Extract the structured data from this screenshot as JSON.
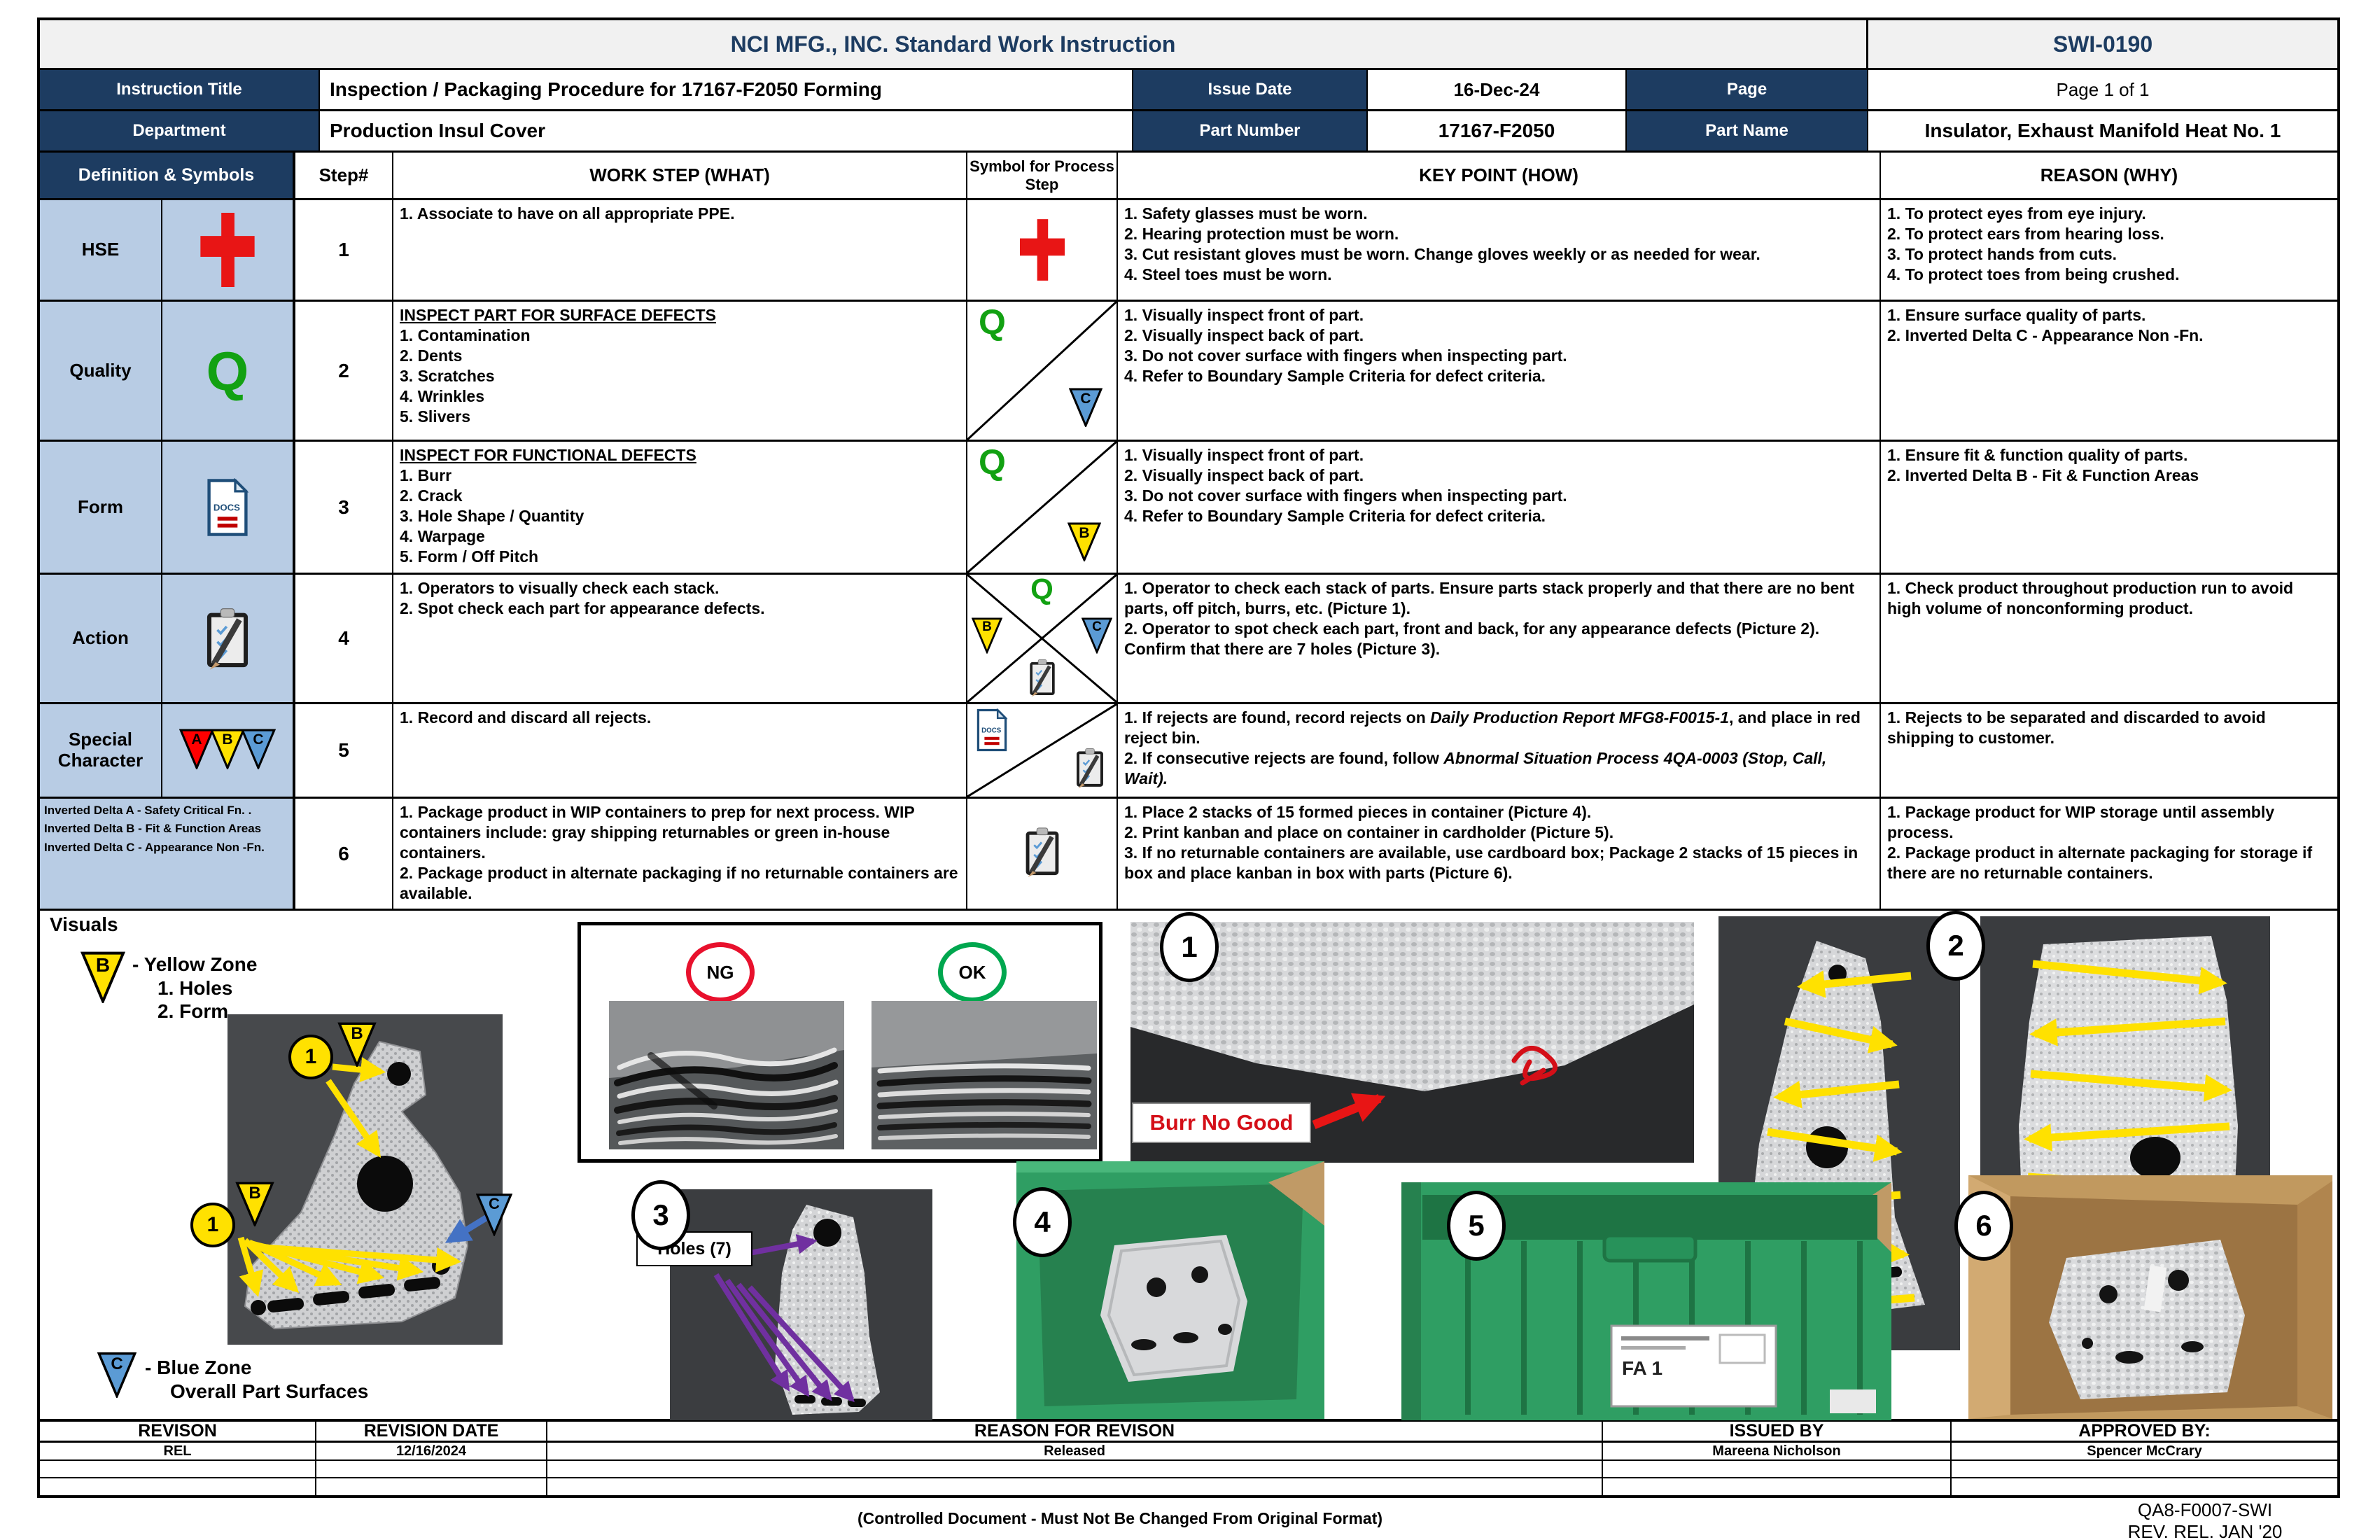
{
  "colors": {
    "navy": "#1d3c61",
    "panel_gray": "#f1f1f1",
    "light_blue": "#b8cce4",
    "green": "#12a112",
    "red": "#e81515",
    "yellow": "#ffe100",
    "tri_blue": "#5b9bd5",
    "purple": "#7030a0",
    "ng_red": "#e8112d",
    "ok_green": "#00a74f",
    "bin_green": "#2f9e63",
    "cardboard": "#c09a66",
    "docs_blue": "#1f4e79"
  },
  "symbols": {
    "q": "Q",
    "a": "A",
    "b": "B",
    "c": "C",
    "docs": "DOCS"
  },
  "header": {
    "title": "NCI MFG., INC. Standard Work Instruction",
    "doc_number": "SWI-0190",
    "instruction_title_label": "Instruction Title",
    "instruction_title": "Inspection / Packaging Procedure for 17167-F2050 Forming",
    "issue_date_label": "Issue Date",
    "issue_date": "16-Dec-24",
    "page_label": "Page",
    "page_value": "Page 1 of 1",
    "department_label": "Department",
    "department": "Production Insul Cover",
    "part_number_label": "Part Number",
    "part_number": "17167-F2050",
    "part_name_label": "Part Name",
    "part_name": "Insulator, Exhaust Manifold Heat No. 1"
  },
  "table": {
    "headers": {
      "definition": "Definition & Symbols",
      "step": "Step#",
      "work_step": "WORK STEP (WHAT)",
      "symbol": "Symbol for Process Step",
      "key_point": "KEY POINT (HOW)",
      "reason": "REASON (WHY)"
    },
    "legend": [
      "Inverted Delta A - Safety Critical Fn. .",
      "Inverted Delta B - Fit & Function Areas",
      "Inverted Delta C  - Appearance Non -Fn."
    ],
    "rows": [
      {
        "definition": "HSE",
        "step": "1",
        "work_step": [
          "1. Associate to have on all appropriate PPE."
        ],
        "key_point": [
          "1. Safety glasses must be worn.",
          "2. Hearing protection must be worn.",
          "3. Cut resistant gloves must be worn. Change gloves weekly or as needed for wear.",
          "4. Steel toes must be worn."
        ],
        "reason": [
          "1. To protect eyes from eye injury.",
          "2. To protect ears from hearing loss.",
          "3. To protect hands from cuts.",
          "4. To protect toes from being crushed."
        ]
      },
      {
        "definition": "Quality",
        "step": "2",
        "work_step": [
          {
            "t": "INSPECT PART FOR SURFACE DEFECTS",
            "u": true
          },
          "1. Contamination",
          "2. Dents",
          "3. Scratches",
          "4. Wrinkles",
          "5. Slivers"
        ],
        "key_point": [
          "1. Visually inspect front of part.",
          "2. Visually inspect back of part.",
          "3. Do not cover surface with fingers when inspecting part.",
          "4. Refer to Boundary Sample Criteria for defect criteria."
        ],
        "reason": [
          "1. Ensure surface quality of parts.",
          "2. Inverted Delta C  - Appearance Non -Fn."
        ]
      },
      {
        "definition": "Form",
        "step": "3",
        "work_step": [
          {
            "t": "INSPECT FOR FUNCTIONAL DEFECTS",
            "u": true
          },
          "1. Burr",
          "2. Crack",
          "3. Hole Shape / Quantity",
          "4. Warpage",
          "5. Form / Off Pitch"
        ],
        "key_point": [
          "1. Visually inspect front of part.",
          "2. Visually inspect back of part.",
          "3. Do not cover surface with fingers when inspecting part.",
          "4. Refer to Boundary Sample Criteria for defect criteria."
        ],
        "reason": [
          "1. Ensure fit & function quality of parts.",
          "2. Inverted Delta B - Fit & Function Areas"
        ]
      },
      {
        "definition": "Action",
        "step": "4",
        "work_step": [
          "1. Operators to visually check each stack.",
          "2. Spot check each part for appearance defects."
        ],
        "key_point": [
          "1. Operator to check each stack of parts. Ensure parts stack properly and that there are no bent parts, off pitch, burrs, etc. (Picture 1).",
          "2. Operator to spot check each part, front and back, for any appearance defects (Picture 2). Confirm that there are 7 holes (Picture 3)."
        ],
        "reason": [
          "1. Check product throughout production run to avoid high volume of nonconforming product."
        ]
      },
      {
        "definition": "Special Character",
        "step": "5",
        "work_step": [
          "1. Record and discard all rejects."
        ],
        "key_point": [
          [
            "1. If rejects are found, record rejects on ",
            {
              "t": "Daily Production Report MFG8-F0015-1",
              "i": true
            },
            ", and place in red reject bin."
          ],
          [
            "2. If consecutive rejects are found, follow ",
            {
              "t": "Abnormal Situation Process 4QA-0003 (Stop, Call, Wait).",
              "i": true
            }
          ]
        ],
        "reason": [
          "1. Rejects to be separated and discarded to avoid shipping to customer."
        ]
      },
      {
        "definition": "",
        "step": "6",
        "work_step": [
          "1. Package product in WIP containers to prep for next process. WIP containers include: gray shipping returnables or green in-house containers.",
          "2. Package product in alternate packaging if no returnable containers are available."
        ],
        "key_point": [
          "1. Place 2 stacks of 15 formed pieces in container (Picture 4).",
          "2. Print kanban and place on container in cardholder (Picture 5).",
          "3. If no returnable containers are available, use cardboard box; Package 2 stacks of 15 pieces in box and place kanban in box with parts (Picture 6)."
        ],
        "reason": [
          "1. Package product for WIP storage until assembly process.",
          "2. Package product in alternate packaging for storage if there are no returnable containers."
        ]
      }
    ]
  },
  "visuals": {
    "title": "Visuals",
    "yellow_zone_lines": [
      "- Yellow Zone",
      "1. Holes",
      "2. Form"
    ],
    "blue_zone_lines": [
      "- Blue Zone",
      "Overall Part Surfaces"
    ],
    "ng_label": "NG",
    "ok_label": "OK",
    "burr_label": "Burr No Good",
    "holes_label": "Holes (7)",
    "kanban_text": "FA 1",
    "badge": "1",
    "picture_labels": [
      "1",
      "2",
      "3",
      "4",
      "5",
      "6"
    ]
  },
  "footer": {
    "headers": [
      "REVISON",
      "REVISION DATE",
      "REASON FOR REVISON",
      "ISSUED BY",
      "APPROVED BY:"
    ],
    "rows": [
      [
        "REL",
        "12/16/2024",
        "Released",
        "Mareena Nicholson",
        "Spencer McCrary"
      ],
      [
        "",
        "",
        "",
        "",
        ""
      ],
      [
        "",
        "",
        "",
        "",
        ""
      ]
    ],
    "form_number": "QA8-F0007-SWI",
    "form_rev": "REV. REL. JAN '20",
    "controlled_note": "(Controlled Document - Must Not Be Changed From Original Format)"
  }
}
